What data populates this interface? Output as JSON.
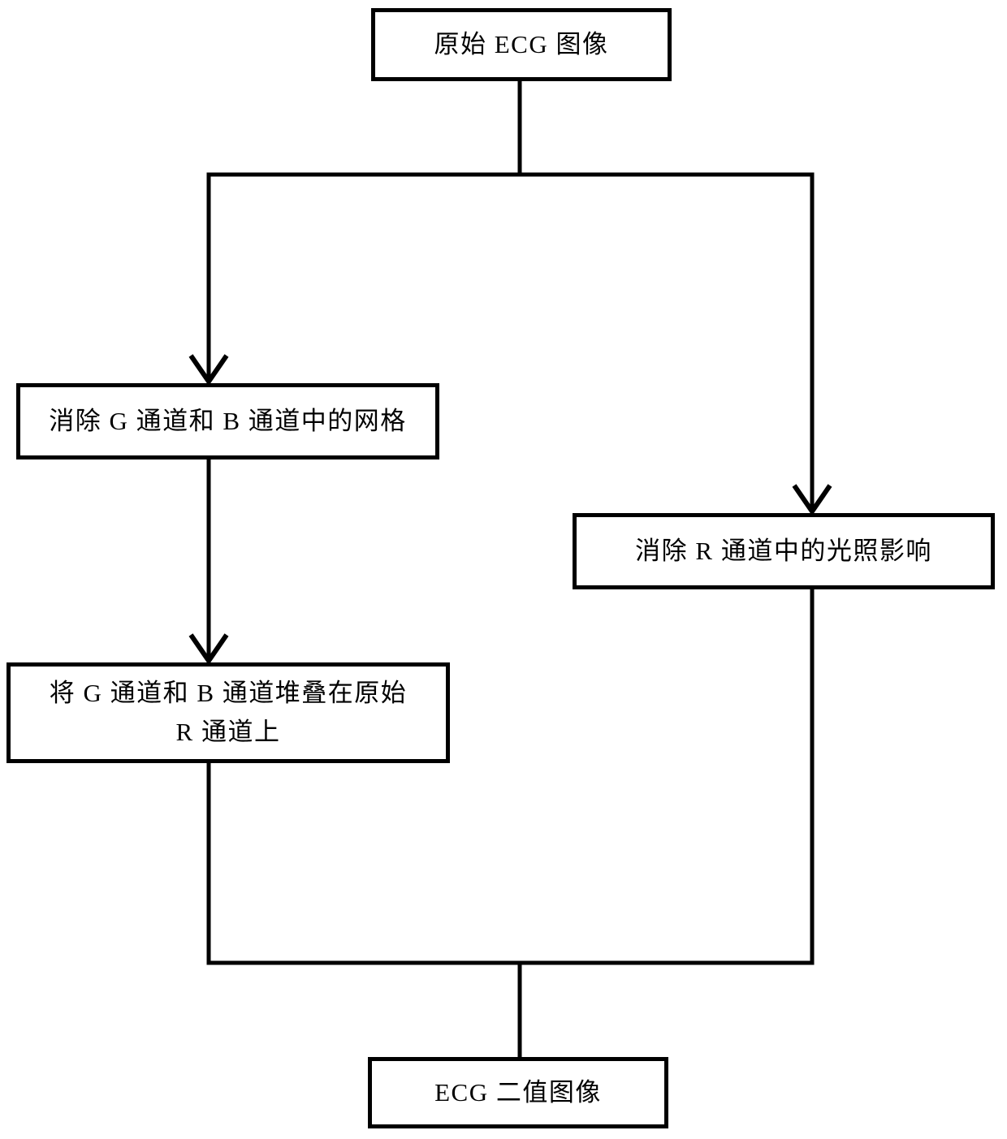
{
  "figure": {
    "type": "flowchart",
    "colors": {
      "line": "#000000",
      "box_border": "#000000",
      "box_fill": "#ffffff",
      "background": "#ffffff"
    },
    "nodes": {
      "original_image": {
        "label": "原始 ECG 图像"
      },
      "remove_grid": {
        "label": "消除 G 通道和 B 通道中的网格"
      },
      "remove_illumination": {
        "label": "消除 R 通道中的光照影响"
      },
      "stack_channels": {
        "lines": [
          "将 G 通道和 B 通道堆叠在原始",
          "R 通道上"
        ]
      },
      "binary_image": {
        "label": "ECG 二值图像"
      }
    },
    "edges": [
      {
        "from": "original_image",
        "to": "remove_grid",
        "arrowhead": true
      },
      {
        "from": "original_image",
        "to": "remove_illumination",
        "arrowhead": true
      },
      {
        "from": "remove_grid",
        "to": "stack_channels",
        "arrowhead": true
      },
      {
        "from": "stack_channels",
        "to": "binary_image",
        "arrowhead": false
      },
      {
        "from": "remove_illumination",
        "to": "binary_image",
        "arrowhead": false
      }
    ]
  }
}
